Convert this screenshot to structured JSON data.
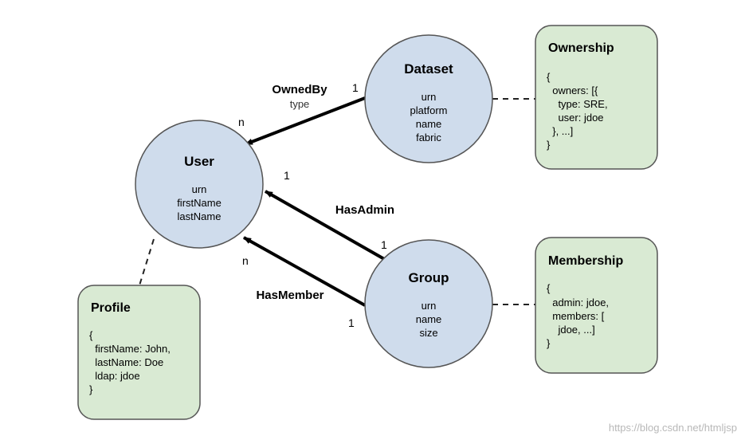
{
  "nodes": {
    "user": {
      "title": "User",
      "attrs": [
        "urn",
        "firstName",
        "lastName"
      ]
    },
    "dataset": {
      "title": "Dataset",
      "attrs": [
        "urn",
        "platform",
        "name",
        "fabric"
      ]
    },
    "group": {
      "title": "Group",
      "attrs": [
        "urn",
        "name",
        "size"
      ]
    }
  },
  "cards": {
    "ownership": {
      "title": "Ownership",
      "lines": [
        "{",
        "  owners: [{",
        "    type: SRE,",
        "    user: jdoe",
        "  }, ...]",
        "}"
      ]
    },
    "membership": {
      "title": "Membership",
      "lines": [
        "{",
        "  admin: jdoe,",
        "  members: [",
        "    jdoe, ...]",
        "}"
      ]
    },
    "profile": {
      "title": "Profile",
      "lines": [
        "{",
        "  firstName: John,",
        "  lastName: Doe",
        "  ldap: jdoe",
        "}"
      ]
    }
  },
  "edges": {
    "owned_by": {
      "label": "OwnedBy",
      "sublabel": "type",
      "source_mult": "1",
      "target_mult": "n"
    },
    "has_admin": {
      "label": "HasAdmin",
      "source_mult": "1",
      "target_mult": "1"
    },
    "has_member": {
      "label": "HasMember",
      "source_mult": "1",
      "target_mult": "n"
    }
  },
  "colors": {
    "node_fill": "#cfdcec",
    "card_fill": "#d9ead3",
    "stroke": "#555555",
    "edge": "#000000"
  },
  "watermark": "https://blog.csdn.net/htmljsp"
}
